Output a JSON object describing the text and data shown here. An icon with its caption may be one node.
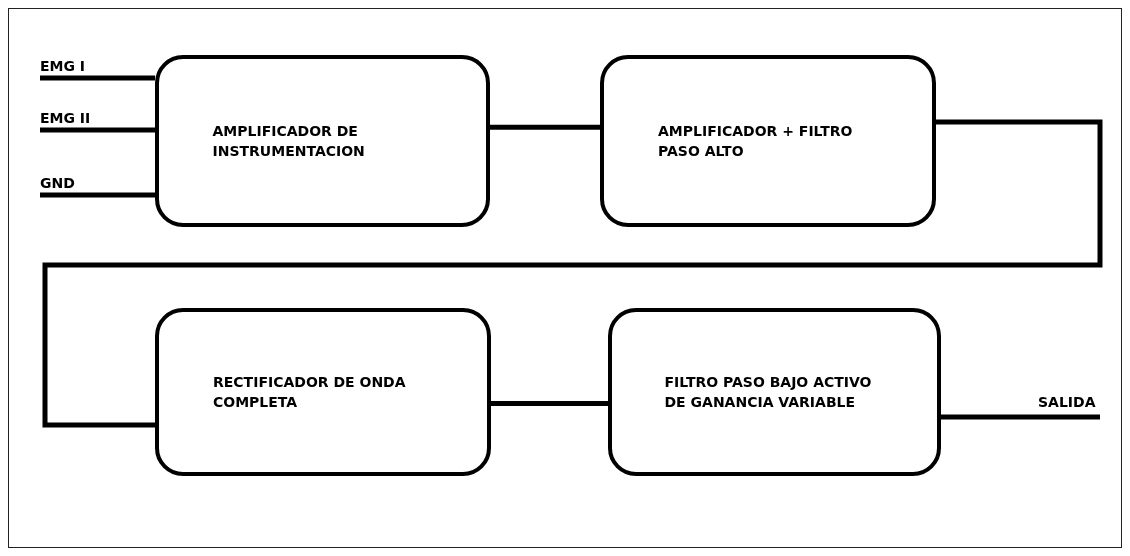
{
  "diagram": {
    "nodes": [
      {
        "text": [
          "EMG I"
        ]
      },
      {
        "text": [
          "EMG II"
        ]
      },
      {
        "text": [
          "GND"
        ]
      },
      {
        "text": [
          "AMPLIFICADOR DE INSTRUMENTACION"
        ]
      },
      {
        "text": [
          "AMPLIFICADOR + FILTRO PASO ALTO"
        ]
      },
      {
        "text": [
          "RECTIFICADOR DE ONDA COMPLETA"
        ]
      },
      {
        "text": [
          "FILTRO PASO BAJO ACTIVO DE GANANCIA VARIABLE"
        ]
      },
      {
        "text": [
          "SALIDA"
        ]
      }
    ],
    "edges": [
      {
        "from": 0,
        "to": 3,
        "arrow": "none"
      },
      {
        "from": 1,
        "to": 3,
        "arrow": "none"
      },
      {
        "from": 2,
        "to": 3,
        "arrow": "none"
      },
      {
        "from": 3,
        "to": 4,
        "arrow": "none"
      },
      {
        "from": 4,
        "to": 5,
        "arrow": "none"
      },
      {
        "from": 5,
        "to": 6,
        "arrow": "none"
      },
      {
        "from": 6,
        "to": 7,
        "arrow": "none"
      }
    ]
  }
}
